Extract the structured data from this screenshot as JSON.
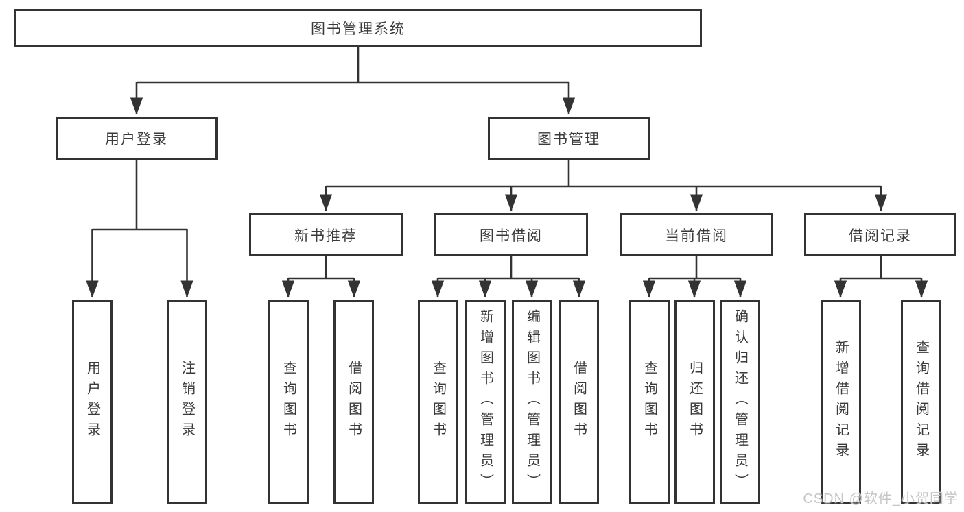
{
  "diagram": {
    "root": {
      "label": "图书管理系统"
    },
    "level2": [
      {
        "label": "用户登录"
      },
      {
        "label": "图书管理"
      }
    ],
    "level3": [
      {
        "label": "新书推荐"
      },
      {
        "label": "图书借阅"
      },
      {
        "label": "当前借阅"
      },
      {
        "label": "借阅记录"
      }
    ],
    "leaves": {
      "user_login": [
        {
          "label": "用户登录"
        },
        {
          "label": "注销登录"
        }
      ],
      "new_book": [
        {
          "label": "查询图书"
        },
        {
          "label": "借阅图书"
        }
      ],
      "book_borrow": [
        {
          "label": "查询图书"
        },
        {
          "label": "新增图书（管理员）"
        },
        {
          "label": "编辑图书（管理员）"
        },
        {
          "label": "借阅图书"
        }
      ],
      "current_borrow": [
        {
          "label": "查询图书"
        },
        {
          "label": "归还图书"
        },
        {
          "label": "确认归还（管理员）"
        }
      ],
      "borrow_record": [
        {
          "label": "新增借阅记录"
        },
        {
          "label": "查询借阅记录"
        }
      ]
    }
  },
  "watermark": {
    "text": "CSDN @软件_小贺同学"
  },
  "colors": {
    "line": "#333333",
    "box_border": "#333333",
    "text": "#3a3a3a",
    "background": "#ffffff",
    "watermark": "#c6c6c6"
  }
}
